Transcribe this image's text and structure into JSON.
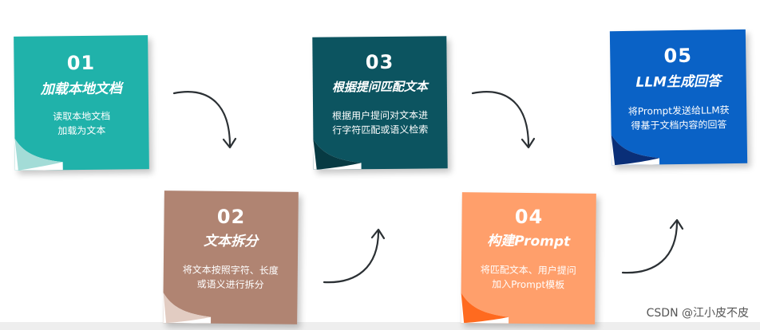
{
  "steps": [
    {
      "num": "01",
      "title": "加载本地文档",
      "desc_lines": [
        "读取本地文档",
        "加载为文本"
      ],
      "color": "#20b2aa",
      "curl": "#a3dcd7"
    },
    {
      "num": "02",
      "title": "文本拆分",
      "desc_lines": [
        "将文本按照字符、长度",
        "或语义进行拆分"
      ],
      "color": "#b08472",
      "curl": "#e2ccc2"
    },
    {
      "num": "03",
      "title": "根据提问匹配文本",
      "desc_lines": [
        "根据用户提问对文本进",
        "行字符匹配或语义检索"
      ],
      "color": "#0c5460",
      "curl": "#073a43"
    },
    {
      "num": "04",
      "title": "构建Prompt",
      "desc_lines": [
        "将匹配文本、用户提问",
        "加入Prompt模板"
      ],
      "color": "#ff9f6b",
      "curl": "#ff6a1f"
    },
    {
      "num": "05",
      "title": "LLM生成回答",
      "desc_lines": [
        "将Prompt发送给LLM获",
        "得基于文档内容的回答"
      ],
      "color": "#0a62c6",
      "curl": "#0a2f78"
    }
  ],
  "watermark": "CSDN @江小皮不皮",
  "arrow_color": "#2b3034"
}
